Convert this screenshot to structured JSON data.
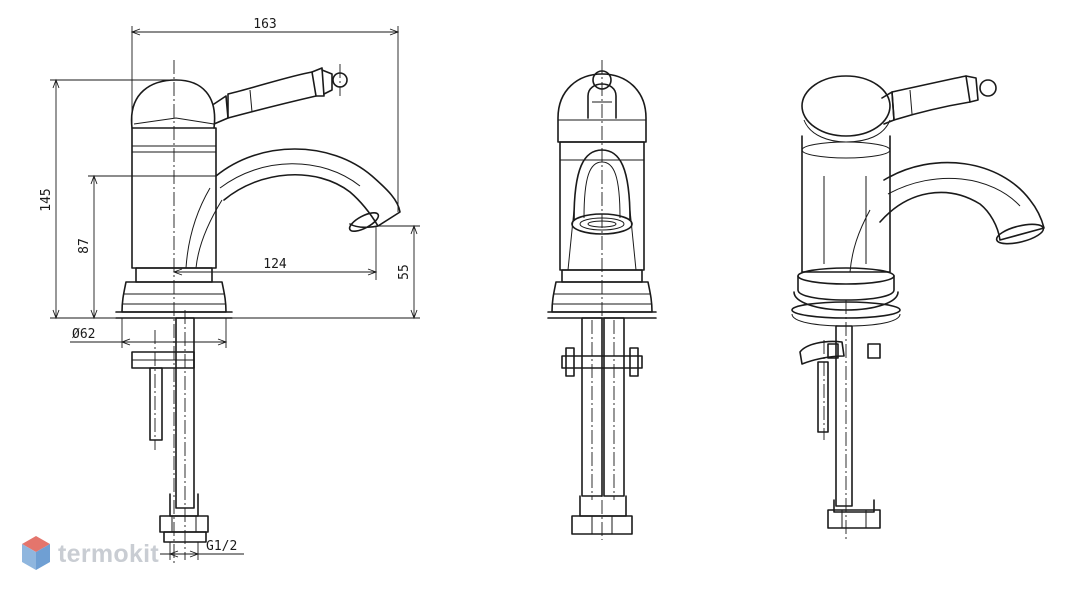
{
  "dimensions": {
    "overall_width": "163",
    "overall_height": "145",
    "outlet_height": "87",
    "spout_reach": "124",
    "base_to_outlet": "55",
    "base_diameter": "Ø62",
    "thread": "G1/2"
  },
  "brand": {
    "name": "termokit",
    "colors": {
      "mark_top": "#e4756c",
      "mark_bottom": "#7aa9d8",
      "text": "#c9cdd3"
    }
  }
}
